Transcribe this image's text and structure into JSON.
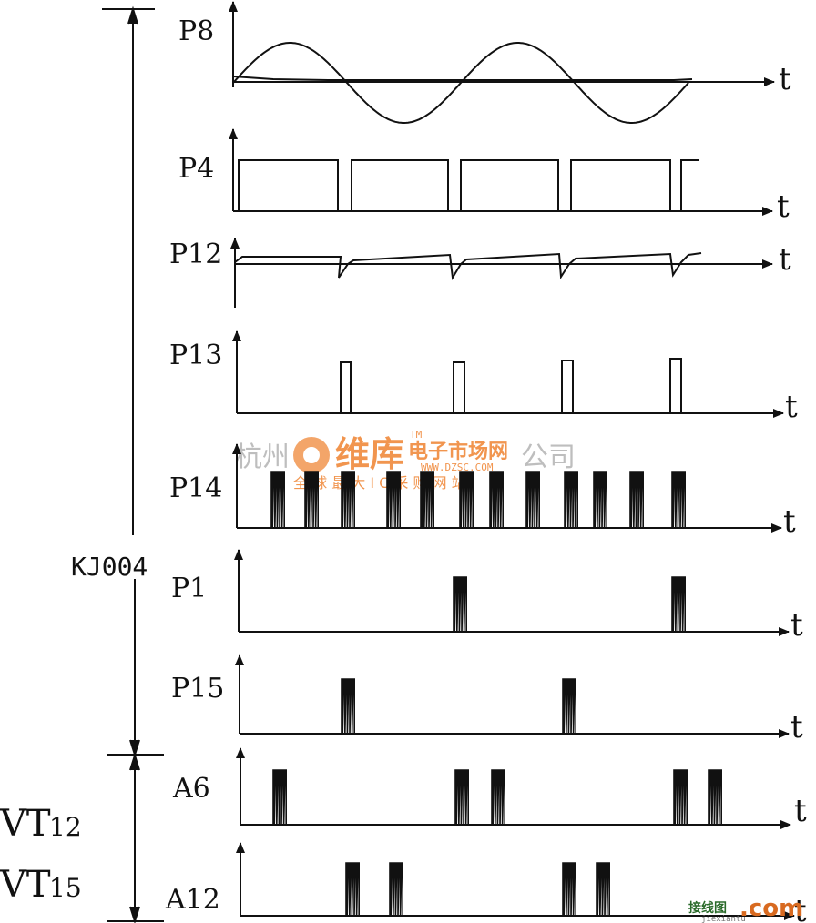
{
  "axis_label": "t",
  "signals": [
    {
      "id": "p8",
      "label": "P8",
      "kind": "sine"
    },
    {
      "id": "p4",
      "label": "P4",
      "kind": "square"
    },
    {
      "id": "p12",
      "label": "P12",
      "kind": "ramp"
    },
    {
      "id": "p13",
      "label": "P13",
      "kind": "pulse"
    },
    {
      "id": "p14",
      "label": "P14",
      "kind": "burst-train"
    },
    {
      "id": "p1",
      "label": "P1",
      "kind": "burst"
    },
    {
      "id": "p15",
      "label": "P15",
      "kind": "burst"
    },
    {
      "id": "a6",
      "label": "A6",
      "kind": "burst"
    },
    {
      "id": "a12",
      "label": "A12",
      "kind": "burst"
    }
  ],
  "groups": {
    "kj004": "KJ004",
    "vt12_main": "VT",
    "vt12_sub": "12",
    "vt15_main": "VT",
    "vt15_sub": "15"
  },
  "watermark": {
    "company_left": "杭州",
    "company_right": "公司",
    "brand": "维库",
    "brand_cn": "电子市场网",
    "tm": "TM",
    "url": "WWW.DZSC.COM",
    "slogan": "全 球 最 大 I C 采 购 网 站",
    "corner_cn": "接线图",
    "corner_com": ".com",
    "corner_sub": "jiexiantu"
  },
  "colors": {
    "ink": "#111111",
    "watermark": "#f08a3c"
  }
}
